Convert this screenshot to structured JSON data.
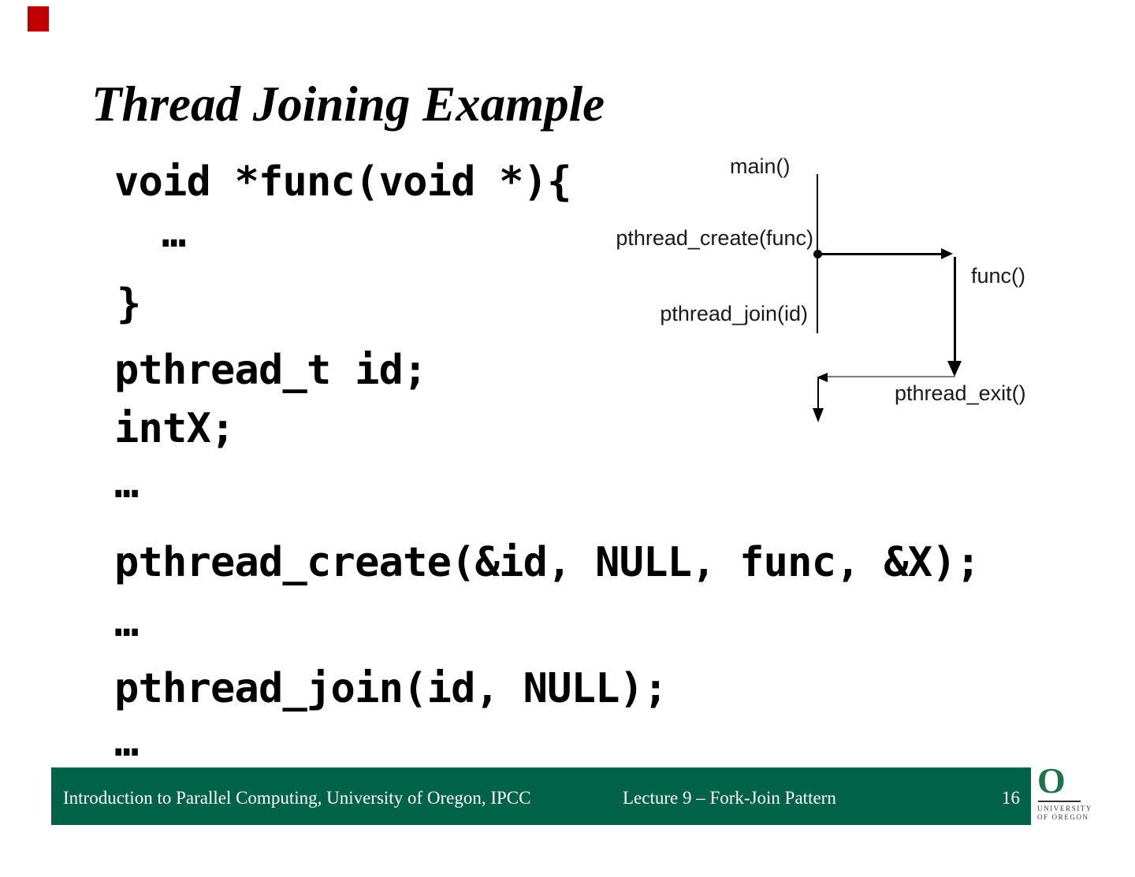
{
  "slide": {
    "title": "Thread Joining Example",
    "code": {
      "lines": [
        "void *func(void *){",
        "…",
        "}",
        "pthread_t id;",
        "intX;",
        "…",
        "pthread_create(&id, NULL, func, &X);",
        "…",
        "pthread_join(id, NULL);",
        "…"
      ]
    },
    "diagram": {
      "main_label": "main()",
      "create_label": "pthread_create(func)",
      "join_label": "pthread_join(id)",
      "func_label": "func()",
      "exit_label": "pthread_exit()"
    },
    "footer": {
      "left_text": "Introduction to Parallel Computing, University of Oregon, IPCC",
      "center_text": "Lecture 9 – Fork-Join Pattern",
      "page_number": "16"
    },
    "logo": {
      "letter": "O",
      "line1": "UNIVERSITY",
      "line2": "OF OREGON"
    },
    "colors": {
      "footer_green": "#006348",
      "logo_green": "#1e734b",
      "join_return_gray": "#7f7f7f",
      "corner_marker_red": "#c00000"
    }
  }
}
